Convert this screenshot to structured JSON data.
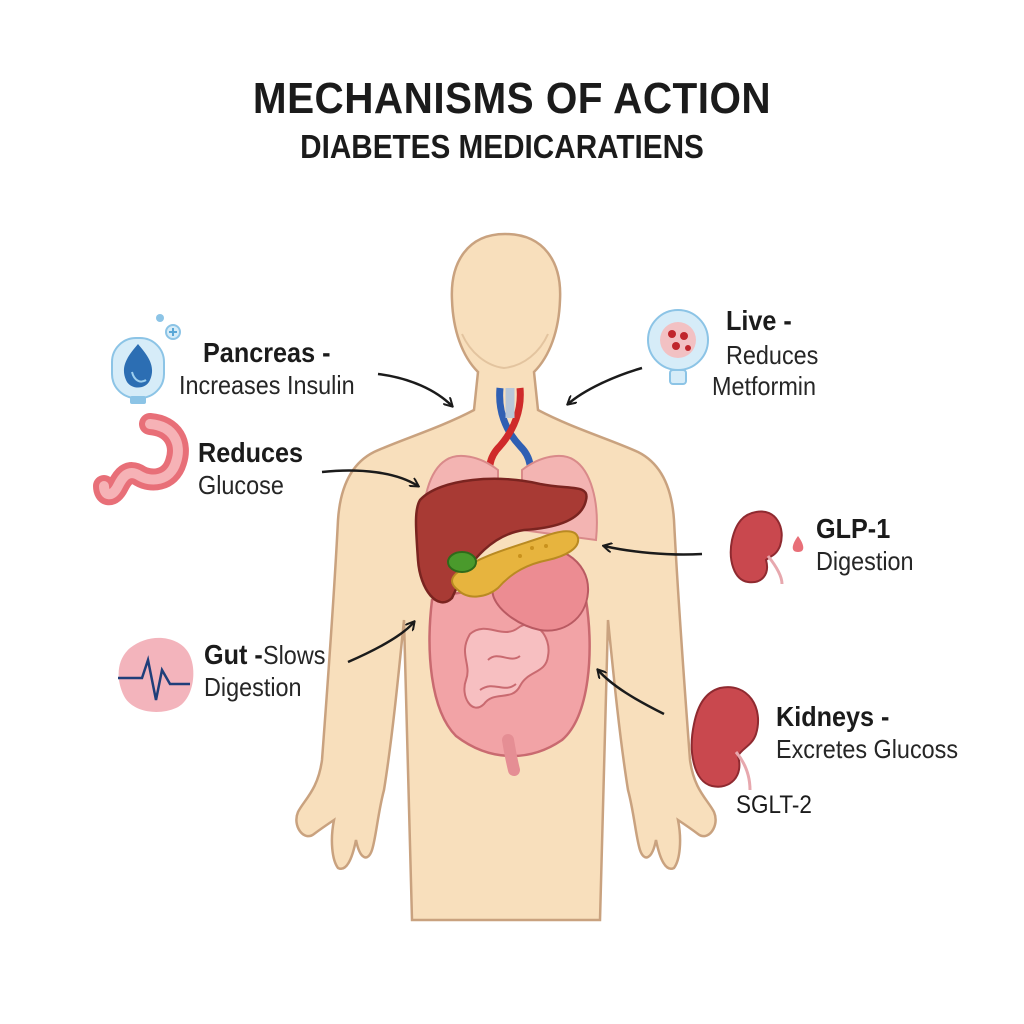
{
  "header": {
    "title": "MECHANISMS OF ACTION",
    "subtitle": "DIABETES MEDICARATIENS"
  },
  "labels": {
    "pancreas": {
      "head": "Pancreas -",
      "body": "Increases Insulin"
    },
    "reduces": {
      "head": "Reduces",
      "body": "Glucose"
    },
    "gut": {
      "head": "Gut -",
      "head_tail": "Slows",
      "body": "Digestion"
    },
    "liver": {
      "head": "Live -",
      "body1": "Reduces",
      "body2": "Metformin"
    },
    "glp1": {
      "head": "GLP-1",
      "body": "Digestion"
    },
    "kidneys": {
      "head": "Kidneys -",
      "body": "Excretes Glucoss",
      "extra": "SGLT-2"
    }
  },
  "colors": {
    "skin": "#f8dfbc",
    "skin_outline": "#c9a27f",
    "liver": "#a83a34",
    "intestine": "#ec9a9e",
    "pancreas": "#e7b43e",
    "gallbladder": "#4a9a2c",
    "artery": "#cf2a2a",
    "vein": "#2f5fb3"
  },
  "icons": [
    "pancreas-drop-icon",
    "intestine-icon",
    "gut-pulse-icon",
    "liver-cell-icon",
    "kidney-small-icon",
    "kidney-large-icon"
  ]
}
